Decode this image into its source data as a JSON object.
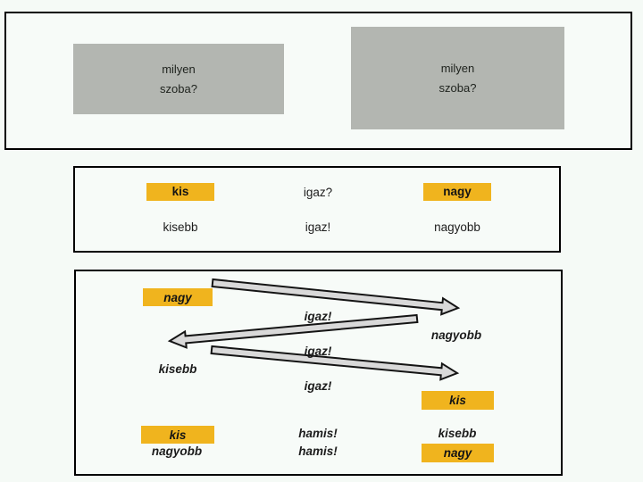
{
  "colors": {
    "page_background": "#f5faf6",
    "panel_border": "#000000",
    "gray_card": "#b3b6b1",
    "highlight_yellow": "#f0b41e",
    "arrow_fill": "#d9d9d9",
    "text": "#1c1c1c"
  },
  "top_panel": {
    "small_room_card": {
      "line1": "milyen",
      "line2": "szoba?"
    },
    "big_room_card": {
      "line1": "milyen",
      "line2": "szoba?"
    }
  },
  "middle_panel": {
    "rows": [
      {
        "left": "kis",
        "center": "igaz?",
        "right": "nagy"
      },
      {
        "left": "kisebb",
        "center": "igaz!",
        "right": "nagyobb"
      }
    ]
  },
  "bottom_panel": {
    "nagy_top": "nagy",
    "igaz_1": "igaz!",
    "nagyobb_right": "nagyobb",
    "igaz_2": "igaz!",
    "kisebb_left": "kisebb",
    "igaz_3": "igaz!",
    "kis_right": "kis",
    "kis_bottom_left": "kis",
    "hamis_1": "hamis!",
    "kisebb_bottom_right": "kisebb",
    "nagyobb_bottom_left": "nagyobb",
    "hamis_2": "hamis!",
    "nagy_bottom_right": "nagy",
    "arrows": [
      {
        "name": "arrow-top",
        "direction": "right-down",
        "from": "nagy",
        "to": "nagyobb"
      },
      {
        "name": "arrow-middle",
        "direction": "left-down",
        "from": "nagyobb",
        "to": "kisebb"
      },
      {
        "name": "arrow-bottom",
        "direction": "right-down",
        "from": "kisebb",
        "to": "kis"
      }
    ]
  }
}
